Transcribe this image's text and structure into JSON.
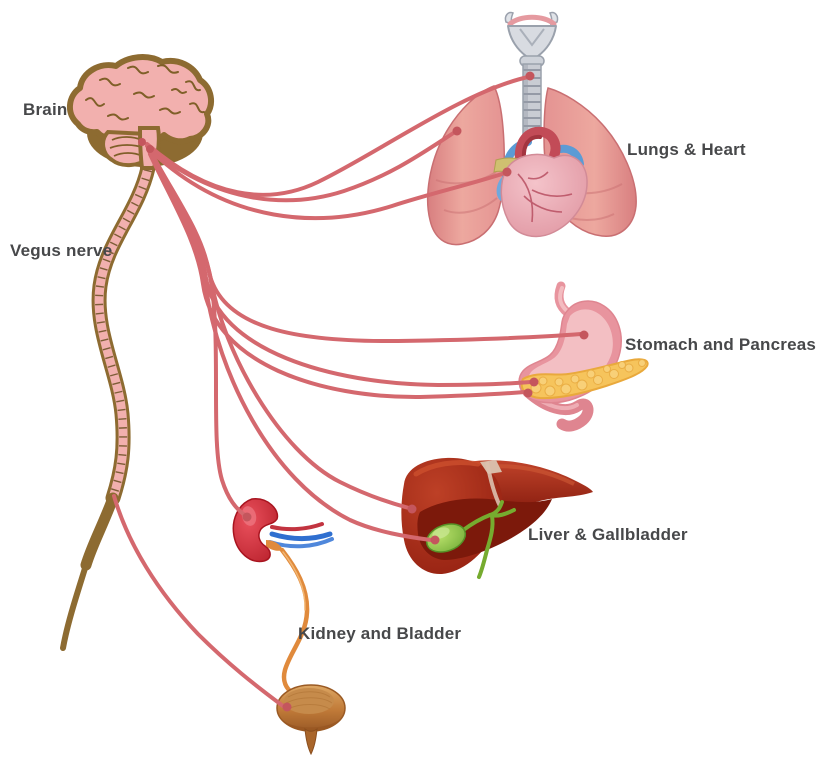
{
  "diagram": {
    "labels": {
      "brain": "Brain",
      "vagus_nerve": "Vegus nerve",
      "lungs_heart": "Lungs & Heart",
      "stomach_pancreas": "Stomach and Pancreas",
      "liver_gallbladder": "Liver & Gallbladder",
      "kidney_bladder": "Kidney and Bladder"
    },
    "colors": {
      "background": "#ffffff",
      "label_text": "#47484a",
      "nerve_line": "#d4686e",
      "nerve_dot": "#c4565d",
      "brain_fill": "#f2b0ae",
      "brain_outline": "#8d6b31",
      "spinal_cord_rungs": "#6a4f22",
      "trachea": "#c9ccd3",
      "lung": "#e59a97",
      "heart": "#eeb3bc",
      "aorta": "#c24b57",
      "pulmonary_vessel": "#5b9bd5",
      "stomach": "#e8949e",
      "stomach_inner": "#f3bfc3",
      "pancreas": "#f6c45c",
      "liver": "#a02818",
      "gallbladder": "#8dc63f",
      "kidney": "#d42b36",
      "renal_vein": "#2f6fd0",
      "ureter": "#e08a3c",
      "bladder": "#c07a38"
    }
  }
}
